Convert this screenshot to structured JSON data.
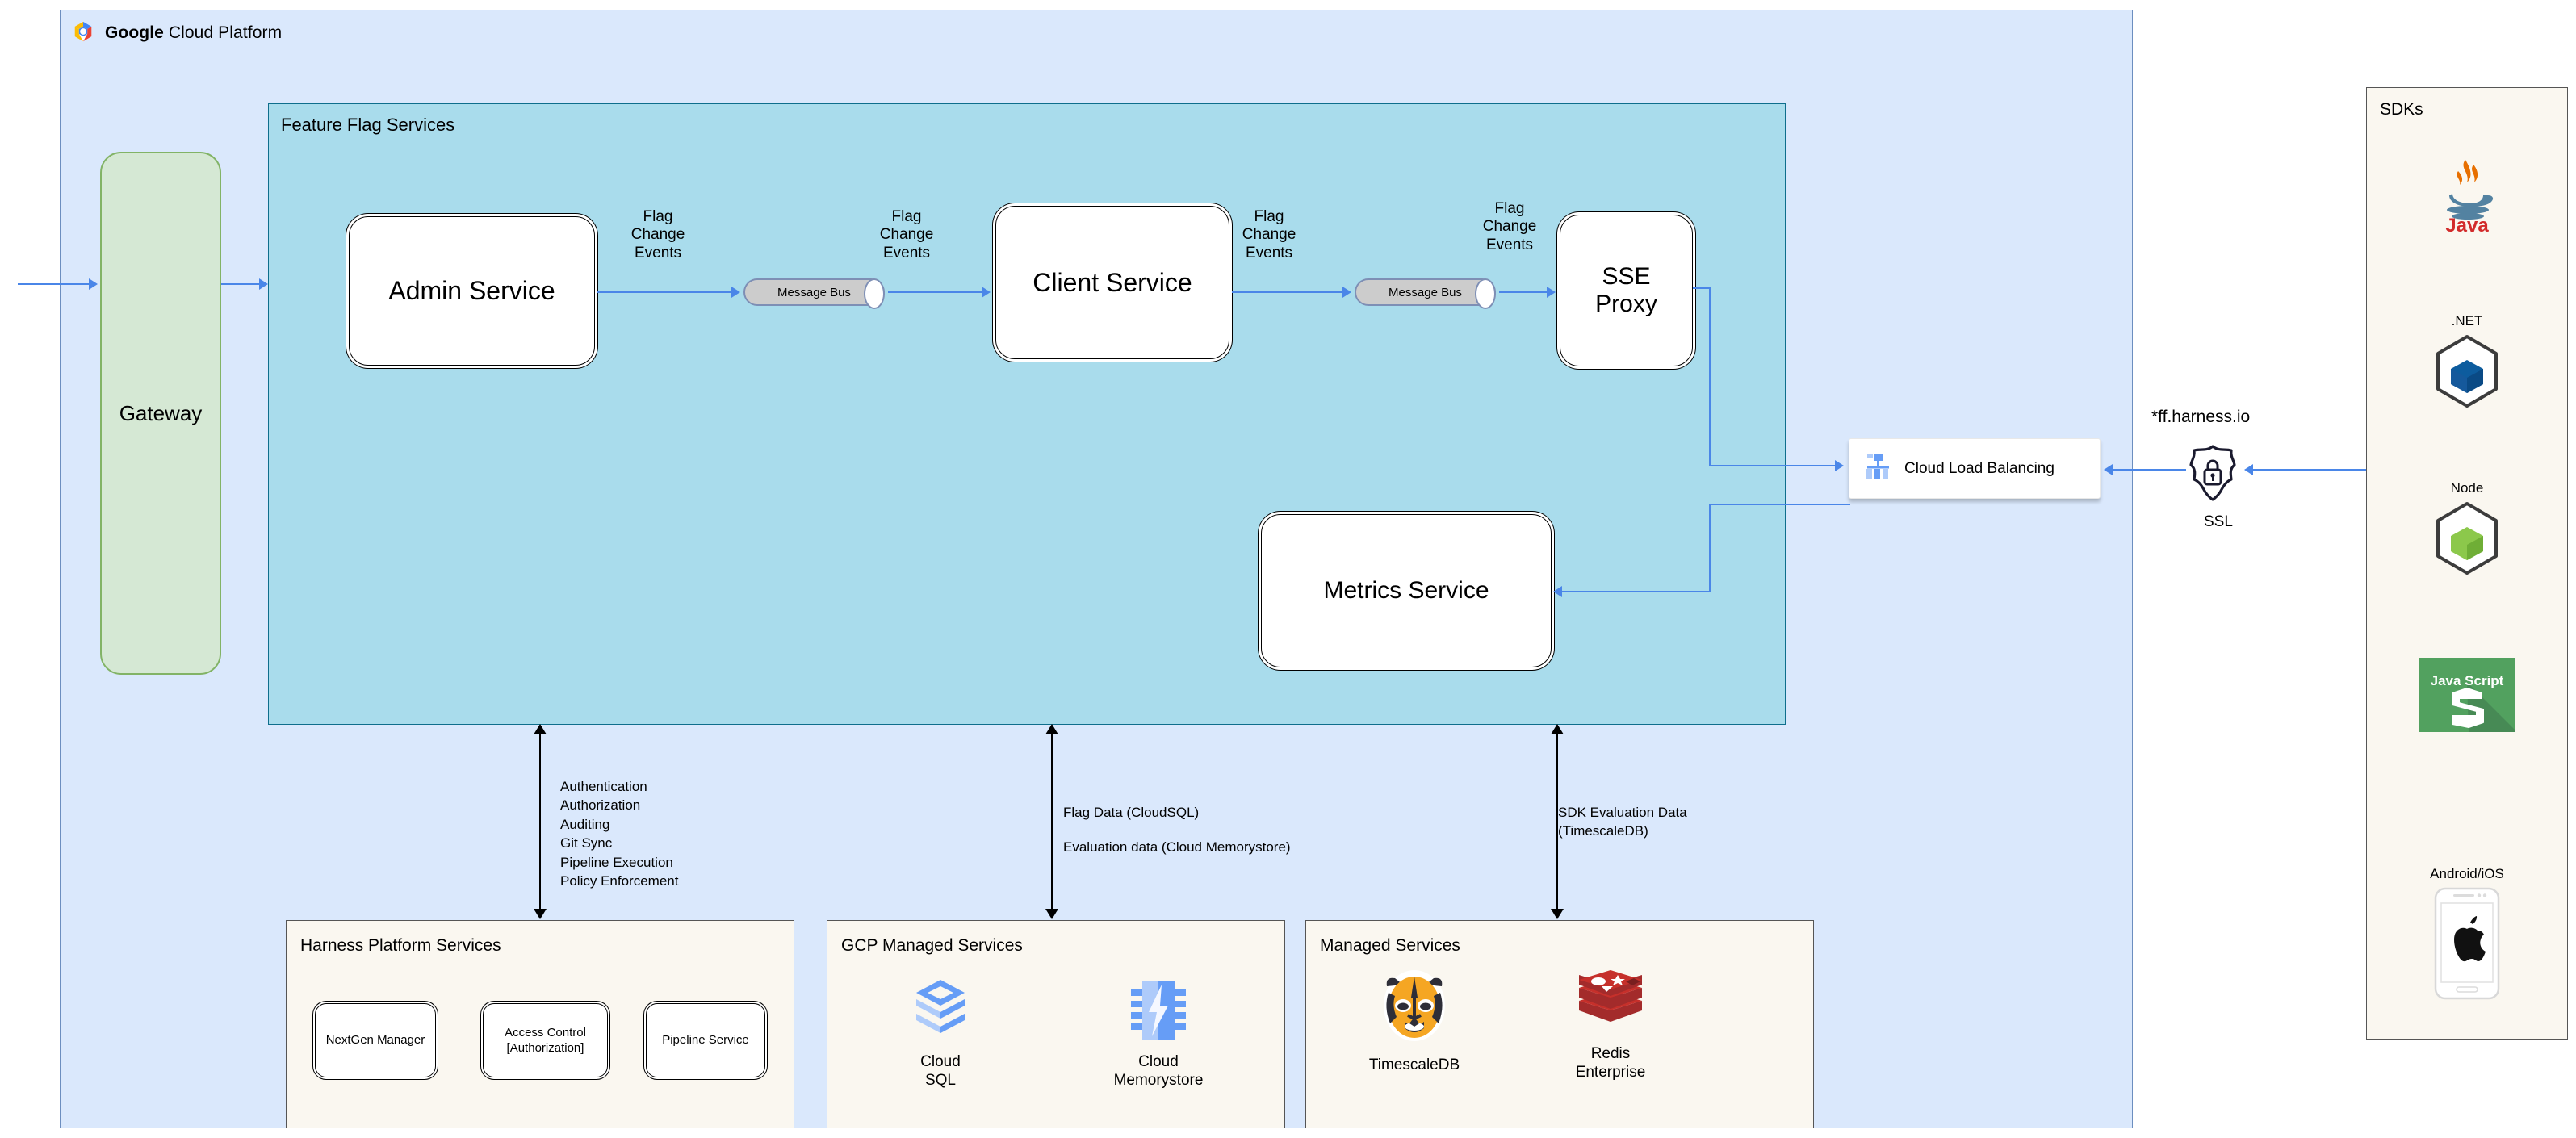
{
  "gcp": {
    "title_bold": "Google",
    "title_rest": " Cloud Platform",
    "logo_icon": "google-cloud-platform-logo"
  },
  "feature_flag_services": {
    "title": "Feature Flag Services",
    "services": [
      {
        "id": "admin",
        "label": "Admin Service"
      },
      {
        "id": "client",
        "label": "Client Service"
      },
      {
        "id": "sse",
        "label_line1": "SSE",
        "label_line2": "Proxy"
      },
      {
        "id": "metrics",
        "label": "Metrics Service"
      }
    ],
    "message_buses": [
      {
        "id": "bus-1",
        "label": "Message Bus"
      },
      {
        "id": "bus-2",
        "label": "Message Bus"
      }
    ],
    "edge_labels": [
      {
        "id": "flag1",
        "line1": "Flag",
        "line2": "Change",
        "line3": "Events"
      },
      {
        "id": "flag2",
        "line1": "Flag",
        "line2": "Change",
        "line3": "Events"
      },
      {
        "id": "flag3",
        "line1": "Flag",
        "line2": "Change",
        "line3": "Events"
      },
      {
        "id": "flag4",
        "line1": "Flag",
        "line2": "Change",
        "line3": "Events"
      }
    ]
  },
  "gateway": {
    "label": "Gateway"
  },
  "load_balancer": {
    "label": "Cloud Load Balancing",
    "icon": "cloud-load-balancing-icon"
  },
  "ssl": {
    "domain": "*ff.harness.io",
    "label": "SSL",
    "icon": "ssl-shield-lock-icon"
  },
  "notes": {
    "harness_capabilities": [
      "Authentication",
      "Authorization",
      "Auditing",
      "Git Sync",
      "Pipeline Execution",
      "Policy Enforcement"
    ],
    "flag_data": [
      "Flag Data (CloudSQL)",
      "Evaluation data (Cloud Memorystore)"
    ],
    "sdk_evaluation": [
      "SDK Evaluation Data",
      "(TimescaleDB)"
    ]
  },
  "panels": [
    {
      "id": "harness-platform-services",
      "title": "Harness Platform Services",
      "items": [
        {
          "id": "nextgen-manager",
          "line1": "NextGen Manager",
          "line2": ""
        },
        {
          "id": "access-control",
          "line1": "Access Control",
          "line2": "[Authorization]"
        },
        {
          "id": "pipeline-service",
          "line1": "Pipeline Service",
          "line2": ""
        }
      ]
    },
    {
      "id": "gcp-managed-services",
      "title": "GCP Managed Services",
      "items": [
        {
          "id": "cloud-sql",
          "line1": "Cloud",
          "line2": "SQL",
          "icon": "cloud-sql-icon"
        },
        {
          "id": "cloud-memorystore",
          "line1": "Cloud",
          "line2": "Memorystore",
          "icon": "cloud-memorystore-icon"
        }
      ]
    },
    {
      "id": "managed-services",
      "title": "Managed Services",
      "items": [
        {
          "id": "timescaledb",
          "line1": "TimescaleDB",
          "line2": "",
          "icon": "timescaledb-tiger-icon"
        },
        {
          "id": "redis-enterprise",
          "line1": "Redis",
          "line2": "Enterprise",
          "icon": "redis-icon"
        }
      ]
    }
  ],
  "sdks": {
    "title": "SDKs",
    "items": [
      {
        "id": "java",
        "label": "",
        "wordmark": "Java",
        "icon": "java-icon"
      },
      {
        "id": "dotnet",
        "label": ".NET",
        "wordmark": "",
        "icon": "dotnet-cube-icon"
      },
      {
        "id": "node",
        "label": "Node",
        "wordmark": "",
        "icon": "node-cube-icon"
      },
      {
        "id": "javascript",
        "label": "",
        "wordmark": "Java Script",
        "icon": "javascript-icon"
      },
      {
        "id": "mobile",
        "label": "Android/iOS",
        "wordmark": "",
        "icon": "android-ios-phone-icon"
      }
    ]
  },
  "colors": {
    "gcp_container": "#dae8fc",
    "ffs_container": "#a9dcec",
    "gateway": "#d5e8d4",
    "panel": "#faf7f0",
    "blue_arrow": "#4a86e8",
    "black_arrow": "#000000"
  }
}
